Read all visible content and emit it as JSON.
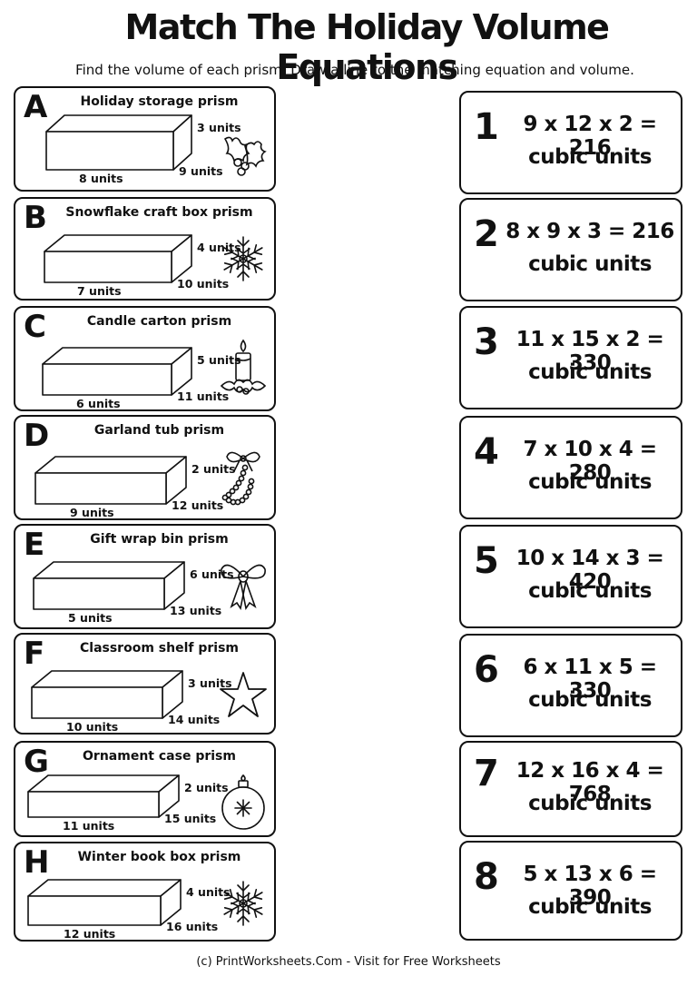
{
  "title": "Match The Holiday Volume Equations",
  "instructions": "Find the volume of each prism. Draw a line to the matching equation and volume.",
  "prisms": [
    {
      "letter": "A",
      "name": "Holiday storage prism",
      "height": "3 units",
      "depth": "9 units",
      "length": "8 units",
      "icon": "holly-icon"
    },
    {
      "letter": "B",
      "name": "Snowflake craft box prism",
      "height": "4 units",
      "depth": "10 units",
      "length": "7 units",
      "icon": "snowflake-icon"
    },
    {
      "letter": "C",
      "name": "Candle carton prism",
      "height": "5 units",
      "depth": "11 units",
      "length": "6 units",
      "icon": "candle-icon"
    },
    {
      "letter": "D",
      "name": "Garland tub prism",
      "height": "2 units",
      "depth": "12 units",
      "length": "9 units",
      "icon": "garland-icon"
    },
    {
      "letter": "E",
      "name": "Gift wrap bin prism",
      "height": "6 units",
      "depth": "13 units",
      "length": "5 units",
      "icon": "bow-icon"
    },
    {
      "letter": "F",
      "name": "Classroom shelf prism",
      "height": "3 units",
      "depth": "14 units",
      "length": "10 units",
      "icon": "star-icon"
    },
    {
      "letter": "G",
      "name": "Ornament case prism",
      "height": "2 units",
      "depth": "15 units",
      "length": "11 units",
      "icon": "ornament-icon"
    },
    {
      "letter": "H",
      "name": "Winter book box prism",
      "height": "4 units",
      "depth": "16 units",
      "length": "12 units",
      "icon": "snowflake-icon"
    }
  ],
  "answers": [
    {
      "number": "1",
      "equation": "9 x 12 x 2 = 216",
      "units": "cubic units"
    },
    {
      "number": "2",
      "equation": "8 x 9 x 3 = 216",
      "units": "cubic units"
    },
    {
      "number": "3",
      "equation": "11 x 15 x 2 = 330",
      "units": "cubic units"
    },
    {
      "number": "4",
      "equation": "7 x 10 x 4 = 280",
      "units": "cubic units"
    },
    {
      "number": "5",
      "equation": "10 x 14 x 3 = 420",
      "units": "cubic units"
    },
    {
      "number": "6",
      "equation": "6 x 11 x 5 = 330",
      "units": "cubic units"
    },
    {
      "number": "7",
      "equation": "12 x 16 x 4 = 768",
      "units": "cubic units"
    },
    {
      "number": "8",
      "equation": "5 x 13 x 6 = 390",
      "units": "cubic units"
    }
  ],
  "footer": "(c) PrintWorksheets.Com - Visit for Free Worksheets"
}
